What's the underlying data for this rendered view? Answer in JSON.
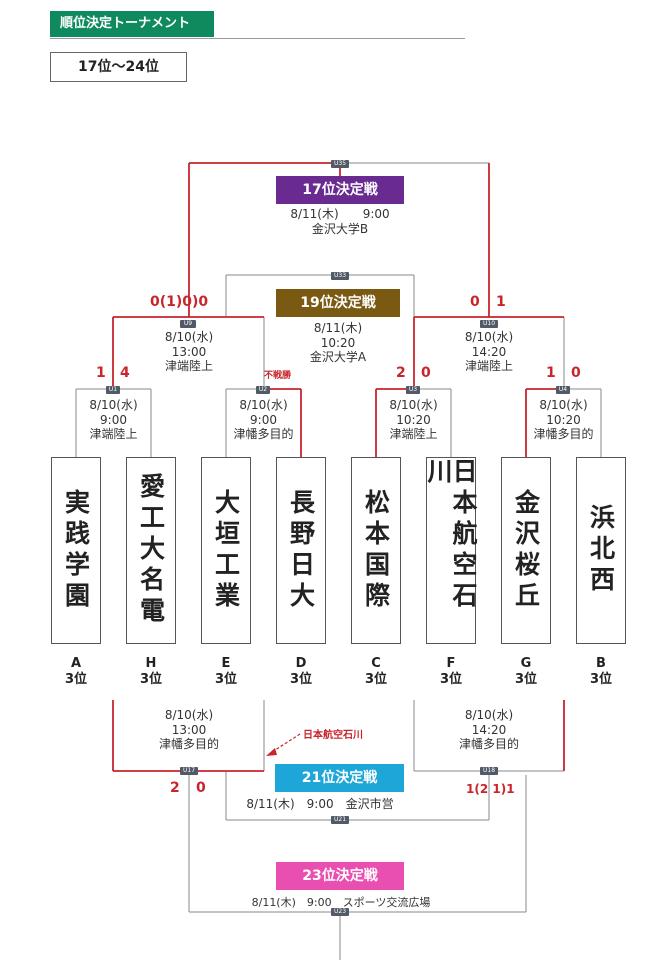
{
  "header": {
    "tag": "順位決定トーナメント",
    "range": "17位〜24位"
  },
  "colors": {
    "green": "#0f8a5f",
    "purple": "#6a2b91",
    "brown": "#7a5a12",
    "blue": "#1fa6d8",
    "pink": "#e94fb0",
    "red": "#c8252c"
  },
  "teams": [
    {
      "name": "実践学園",
      "code": "A",
      "rank": "3位"
    },
    {
      "name": "愛工大名電",
      "code": "H",
      "rank": "3位"
    },
    {
      "name": "大垣工業",
      "code": "E",
      "rank": "3位"
    },
    {
      "name": "長野日大",
      "code": "D",
      "rank": "3位"
    },
    {
      "name": "松本国際",
      "code": "C",
      "rank": "3位"
    },
    {
      "name": "日本航空石川",
      "code": "F",
      "rank": "3位"
    },
    {
      "name": "金沢桜丘",
      "code": "G",
      "rank": "3位"
    },
    {
      "name": "浜北西",
      "code": "B",
      "rank": "3位"
    }
  ],
  "r1": [
    {
      "code": "U1",
      "date": "8/10(水)",
      "time": "9:00",
      "venue": "津端陸上",
      "score_l": "1",
      "score_r": "4"
    },
    {
      "code": "U2",
      "date": "8/10(水)",
      "time": "9:00",
      "venue": "津幡多目的",
      "score_l": "",
      "score_r": "不戦勝"
    },
    {
      "code": "U3",
      "date": "8/10(水)",
      "time": "10:20",
      "venue": "津端陸上",
      "score_l": "2",
      "score_r": "0"
    },
    {
      "code": "U4",
      "date": "8/10(水)",
      "time": "10:20",
      "venue": "津幡多目的",
      "score_l": "1",
      "score_r": "0"
    }
  ],
  "r2": [
    {
      "code": "U9",
      "date": "8/10(水)",
      "time": "13:00",
      "venue": "津端陸上",
      "score_l": "0(1)0)0",
      "score_r": ""
    },
    {
      "code": "U10",
      "date": "8/10(水)",
      "time": "14:20",
      "venue": "津端陸上",
      "score_l": "0",
      "score_r": "1"
    }
  ],
  "finals": {
    "m17": {
      "title": "17位決定戦",
      "code": "U35",
      "date": "8/11(木)",
      "time": "9:00",
      "venue": "金沢大学B"
    },
    "m19": {
      "title": "19位決定戦",
      "code": "U33",
      "date": "8/11(木)",
      "time": "10:20",
      "venue": "金沢大学A"
    },
    "m21": {
      "title": "21位決定戦",
      "code": "U21",
      "line": "8/11(木)　9:00　金沢市営"
    },
    "m23": {
      "title": "23位決定戦",
      "code": "U23",
      "line": "8/11(木)　9:00　スポーツ交流広場"
    }
  },
  "lower": [
    {
      "code": "U17",
      "date": "8/10(水)",
      "time": "13:00",
      "venue": "津幡多目的",
      "score_l": "2",
      "score_r": "0"
    },
    {
      "code": "U18",
      "date": "8/10(水)",
      "time": "14:20",
      "venue": "津幡多目的",
      "score": "1(2 1)1"
    }
  ],
  "annotation": "日本航空石川"
}
